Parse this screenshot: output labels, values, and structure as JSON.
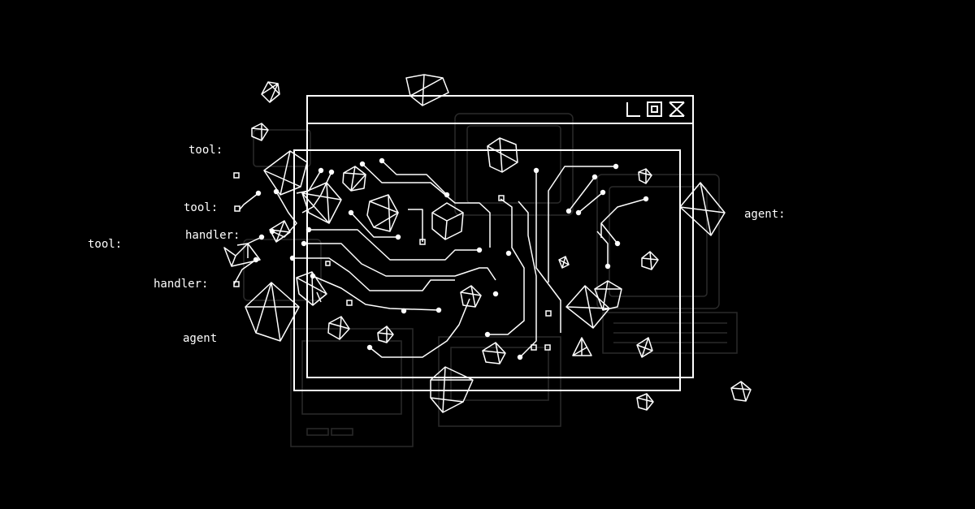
{
  "labels": {
    "tool_1": "tool:",
    "tool_2": "tool:",
    "tool_3": "tool:",
    "handler_1": "handler:",
    "handler_2": "handler:",
    "agent_left": "agent",
    "agent_right": "agent:"
  },
  "colors": {
    "background": "#000000",
    "line": "#ffffff",
    "ghost": "#2a2a2a"
  },
  "icons": {
    "window_buttons": [
      "minimize-icon",
      "maximize-icon",
      "close-icon"
    ]
  }
}
